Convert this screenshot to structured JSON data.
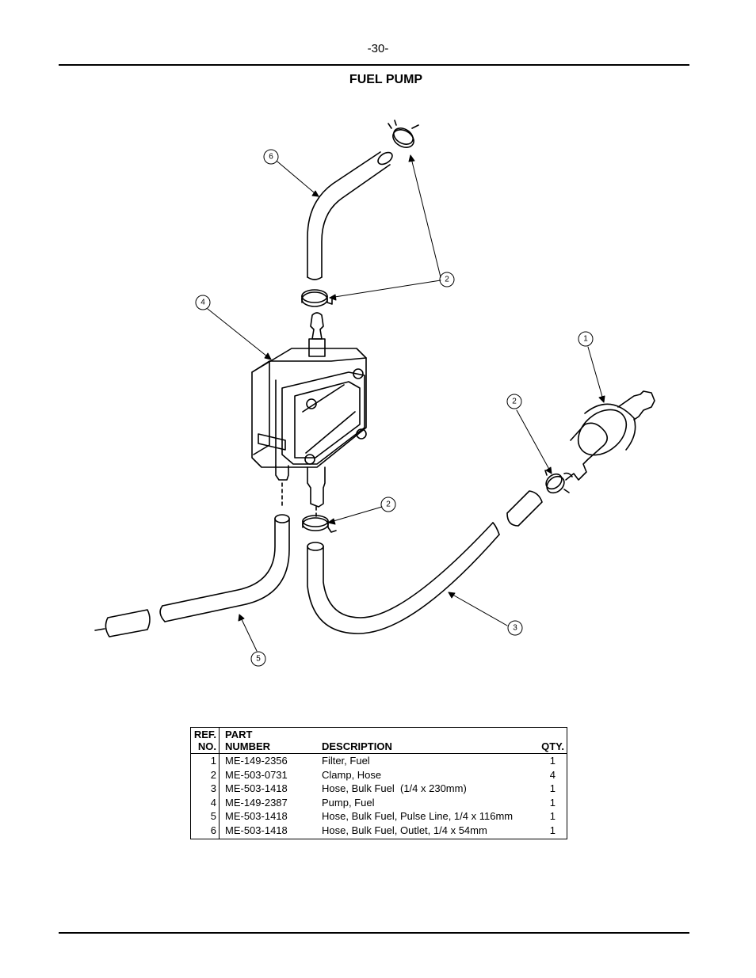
{
  "page_number": "-30-",
  "title": "FUEL PUMP",
  "diagram": {
    "callouts": [
      "1",
      "2",
      "2",
      "2",
      "3",
      "4",
      "5",
      "6"
    ]
  },
  "table": {
    "headers": {
      "ref_line1": "REF.",
      "ref_line2": "NO.",
      "part_line1": "PART",
      "part_line2": "NUMBER",
      "description": "DESCRIPTION",
      "qty": "QTY."
    },
    "rows": [
      {
        "ref": "1",
        "part_number": "ME-149-2356",
        "description": "Filter, Fuel",
        "qty": "1"
      },
      {
        "ref": "2",
        "part_number": "ME-503-0731",
        "description": "Clamp, Hose",
        "qty": "4"
      },
      {
        "ref": "3",
        "part_number": "ME-503-1418",
        "description": "Hose, Bulk Fuel  (1/4 x 230mm)",
        "qty": "1"
      },
      {
        "ref": "4",
        "part_number": "ME-149-2387",
        "description": "Pump, Fuel",
        "qty": "1"
      },
      {
        "ref": "5",
        "part_number": "ME-503-1418",
        "description": "Hose, Bulk Fuel, Pulse Line, 1/4 x 116mm",
        "qty": "1"
      },
      {
        "ref": "6",
        "part_number": "ME-503-1418",
        "description": "Hose, Bulk Fuel, Outlet, 1/4 x 54mm",
        "qty": "1"
      }
    ]
  }
}
